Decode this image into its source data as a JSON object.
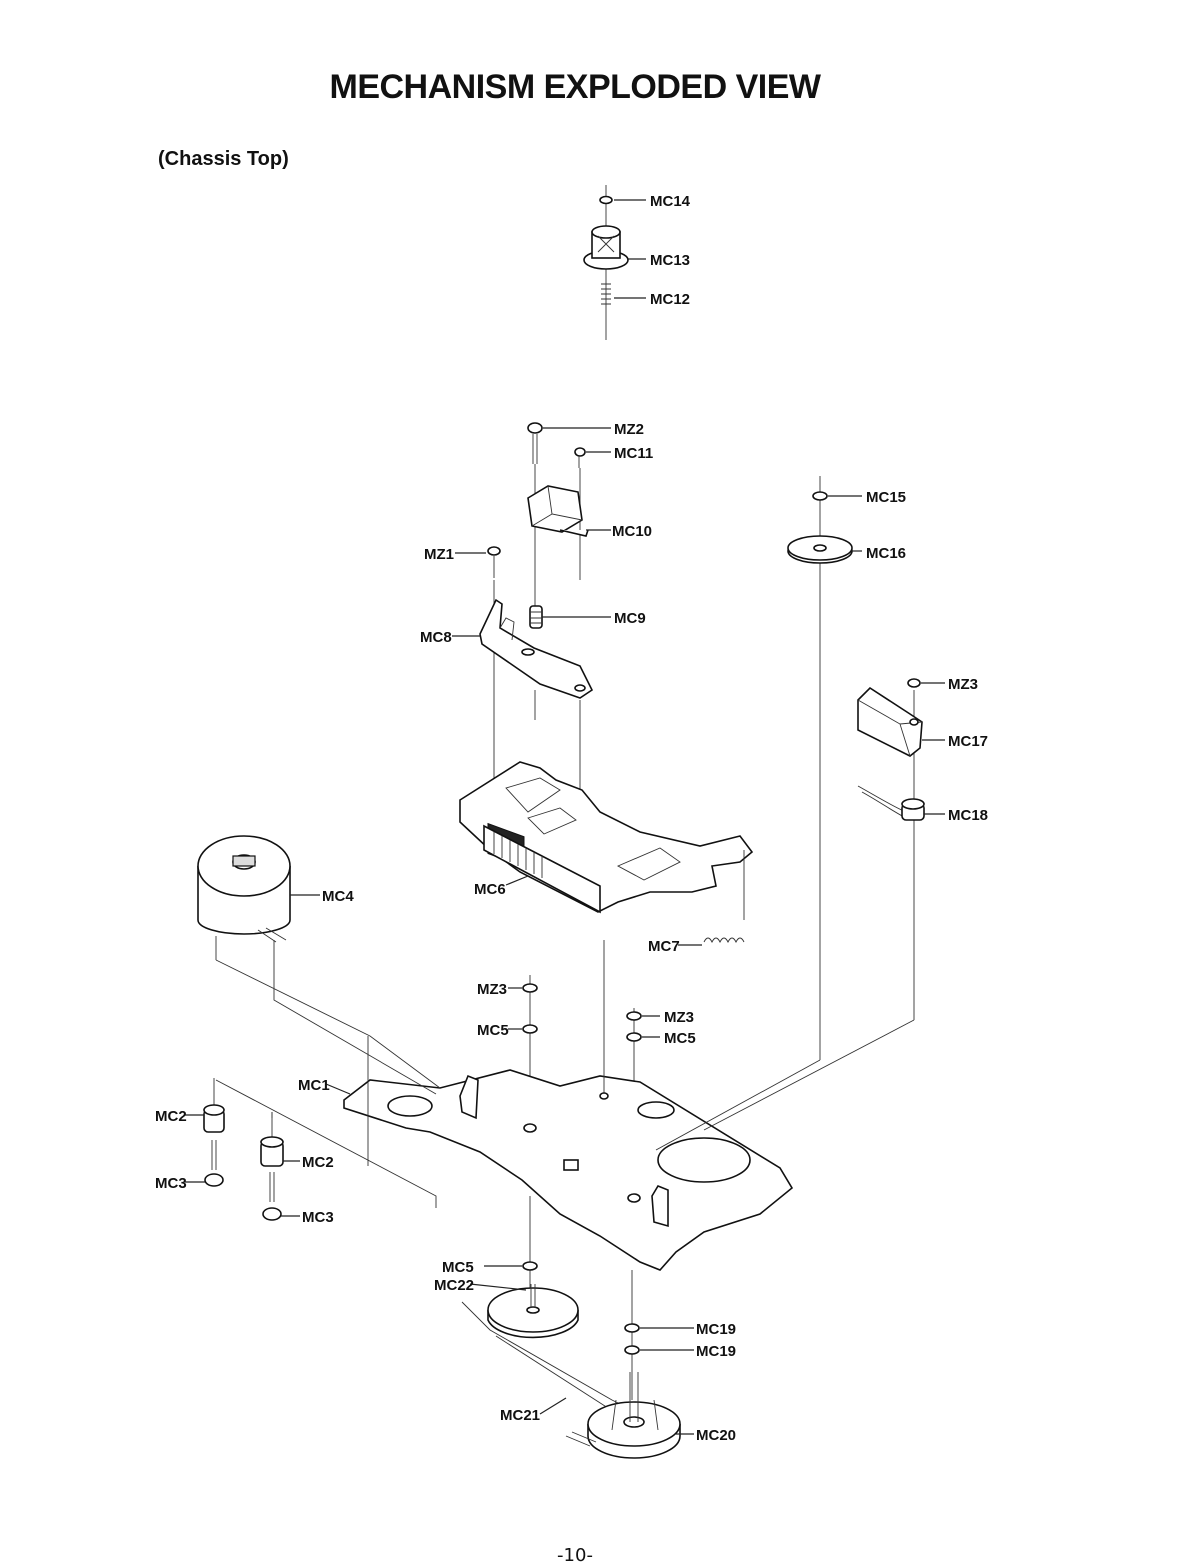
{
  "page": {
    "title": "MECHANISM EXPLODED VIEW",
    "subtitle": "(Chassis Top)",
    "page_number": "-10-"
  },
  "labels": {
    "mc14": "MC14",
    "mc13": "MC13",
    "mc12": "MC12",
    "mz2": "MZ2",
    "mc11": "MC11",
    "mc10": "MC10",
    "mc15": "MC15",
    "mc16": "MC16",
    "mz1": "MZ1",
    "mc9": "MC9",
    "mc8": "MC8",
    "mz3_a": "MZ3",
    "mc17": "MC17",
    "mc18": "MC18",
    "mc4": "MC4",
    "mc6": "MC6",
    "mc7": "MC7",
    "mz3_b": "MZ3",
    "mc5_a": "MC5",
    "mz3_c": "MZ3",
    "mc5_b": "MC5",
    "mc1": "MC1",
    "mc2_a": "MC2",
    "mc2_b": "MC2",
    "mc3_a": "MC3",
    "mc3_b": "MC3",
    "mc5_c": "MC5",
    "mc22": "MC22",
    "mc19_a": "MC19",
    "mc19_b": "MC19",
    "mc21": "MC21",
    "mc20": "MC20"
  }
}
